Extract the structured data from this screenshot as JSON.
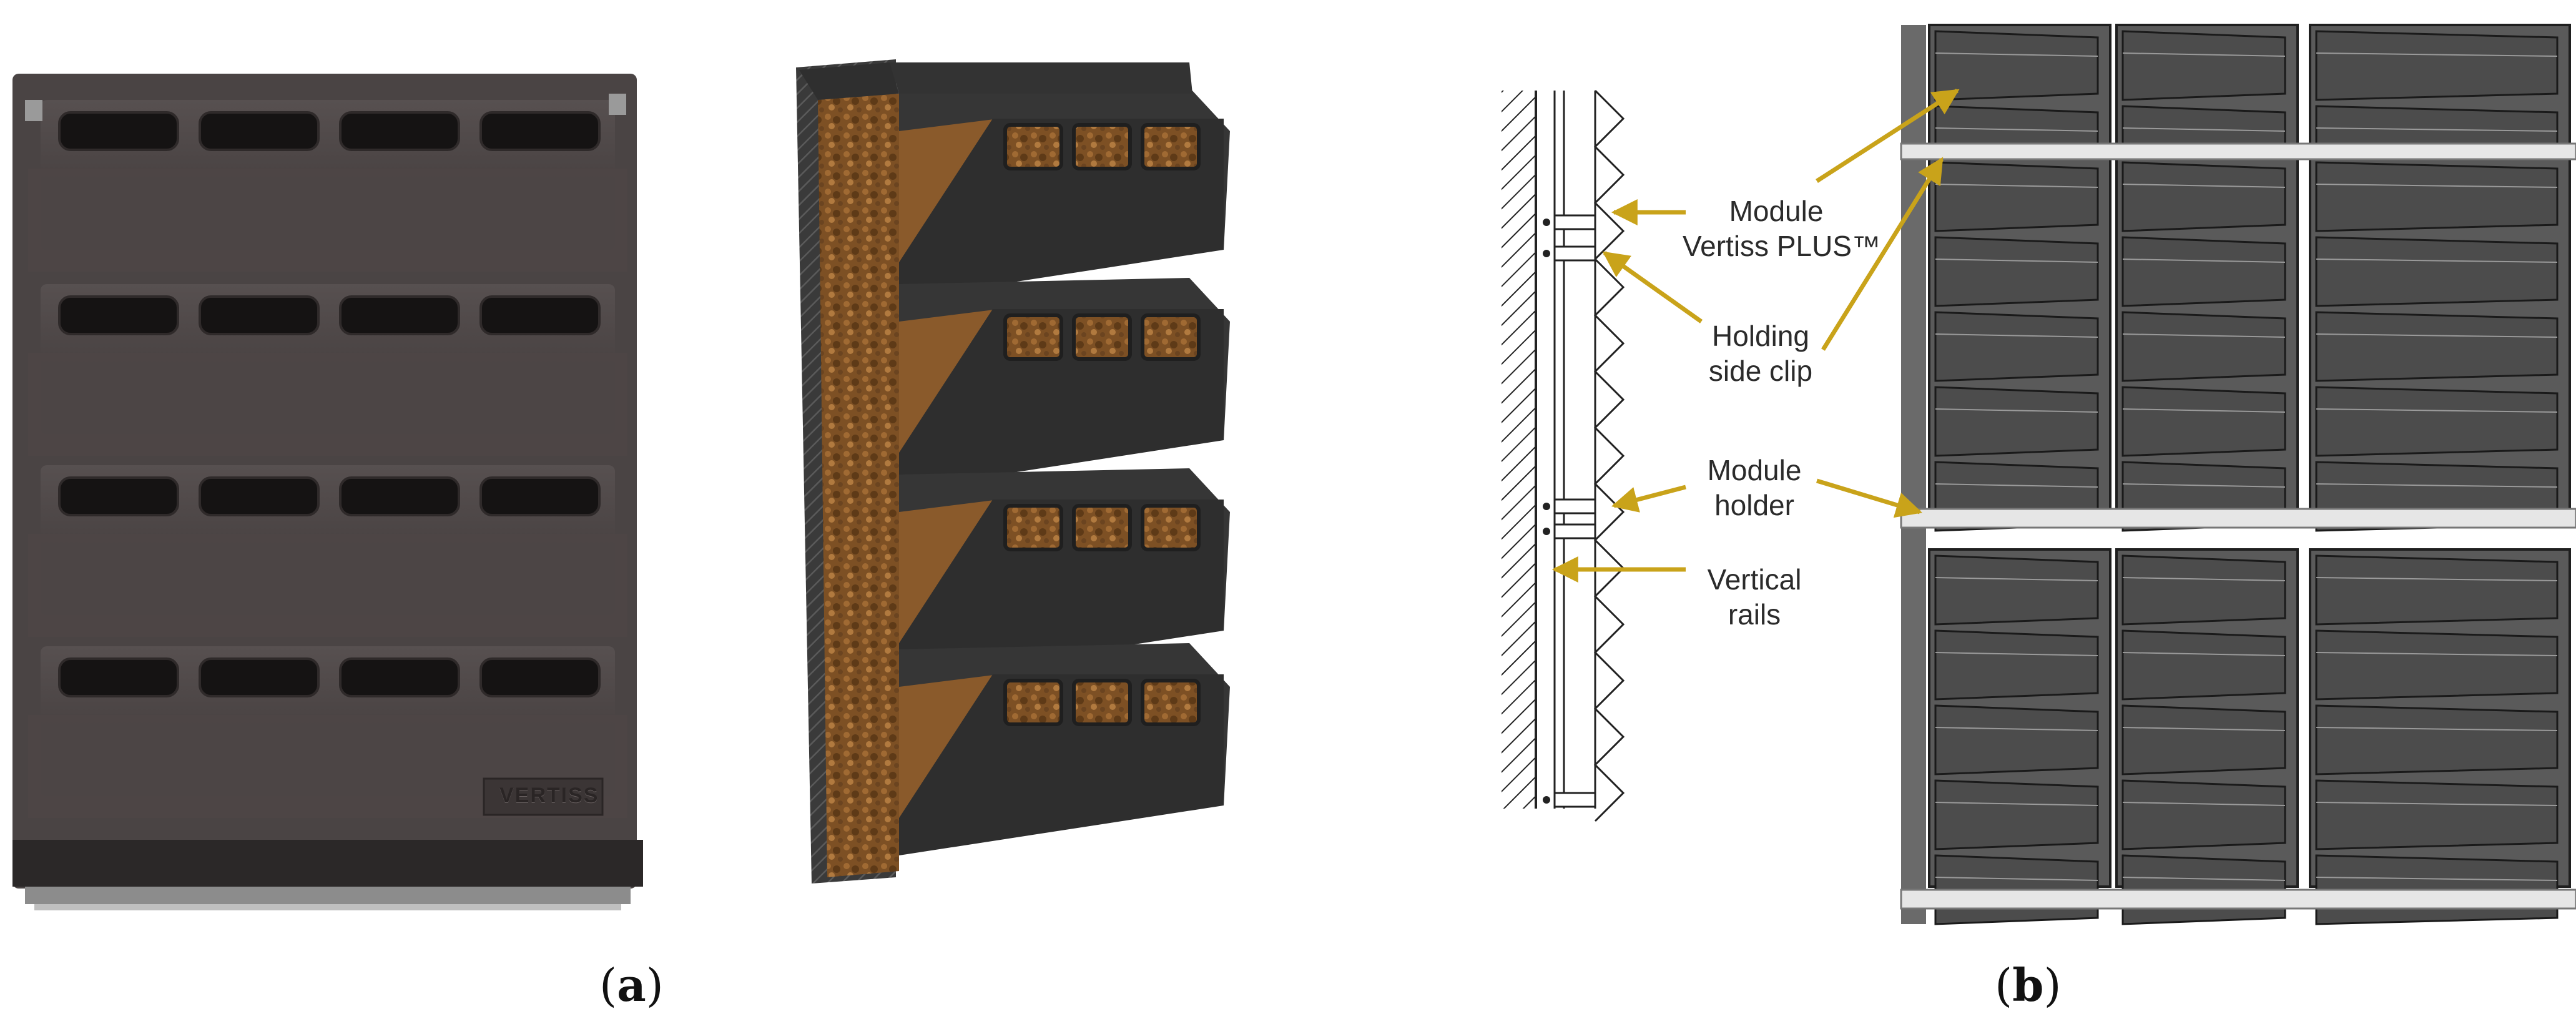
{
  "figure": {
    "panel_a_label": "a",
    "panel_b_label": "b",
    "brand_embossed": "VERTISS",
    "colors": {
      "module_dark": "#3d3838",
      "module_mid": "#4d4747",
      "substrate": "#8a5a2b",
      "panel_gray": "#555555",
      "rail": "#e6e6e6",
      "arrow": "#c9a31a"
    },
    "callouts": {
      "module_line1": "Module",
      "module_line2": "Vertiss PLUS™",
      "clip_line1": "Holding",
      "clip_line2": "side clip",
      "holder_line1": "Module",
      "holder_line2": "holder",
      "rails_line1": "Vertical",
      "rails_line2": "rails"
    }
  }
}
